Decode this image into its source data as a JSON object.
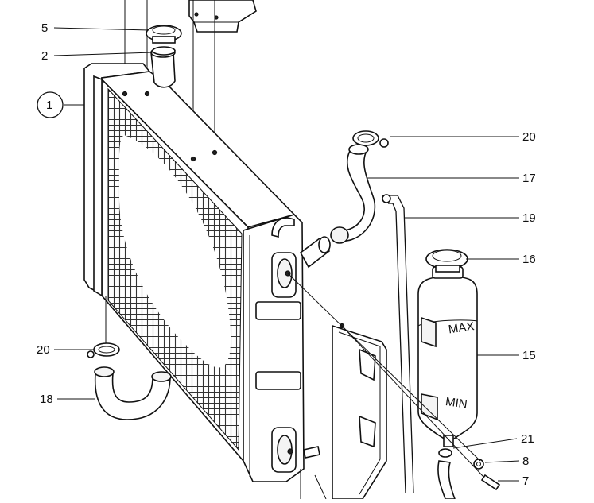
{
  "callouts": {
    "c1": "1",
    "c2": "2",
    "c5": "5",
    "c7": "7",
    "c8": "8",
    "c15": "15",
    "c16": "16",
    "c17": "17",
    "c18": "18",
    "c19": "19",
    "c20a": "20",
    "c20b": "20",
    "c21": "21"
  },
  "tank_labels": {
    "max": "MAX",
    "min": "MIN"
  }
}
